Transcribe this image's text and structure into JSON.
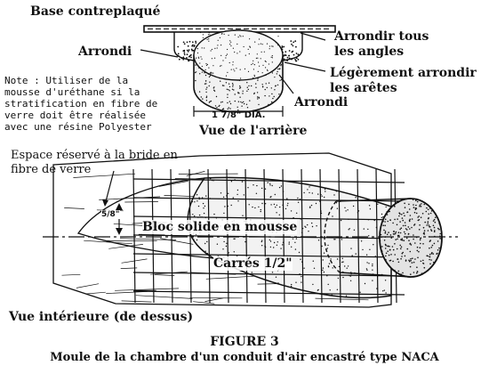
{
  "rear_view": {
    "base_label": "Base contreplaqué",
    "round_all_corners": "Arrondir tous\nles angles",
    "rounded_left": "Arrondi",
    "slightly_round_edges": "Légèrement arrondir\nles arêtes",
    "rounded_bottom": "Arrondi",
    "diameter": "1 7/8\" DIA.",
    "view_title": "Vue de l'arrière"
  },
  "note": "Note : Utiliser de la\nmousse d'uréthane si la\nstratification en fibre de\nverre doit être réalisée\navec une résine Polyester",
  "top_view": {
    "flange_space": "Espace réservé à la bride en\nfibre de verre",
    "depth": "5/8\"",
    "solid_block": "Bloc solide en mousse",
    "squares": "Carrés 1/2\"",
    "view_title": "Vue intérieure (de dessus)"
  },
  "figure": {
    "number": "FIGURE 3",
    "caption": "Moule de la chambre d'un conduit d'air encastré type NACA"
  },
  "colors": {
    "ink": "#111111",
    "background": "#ffffff"
  }
}
